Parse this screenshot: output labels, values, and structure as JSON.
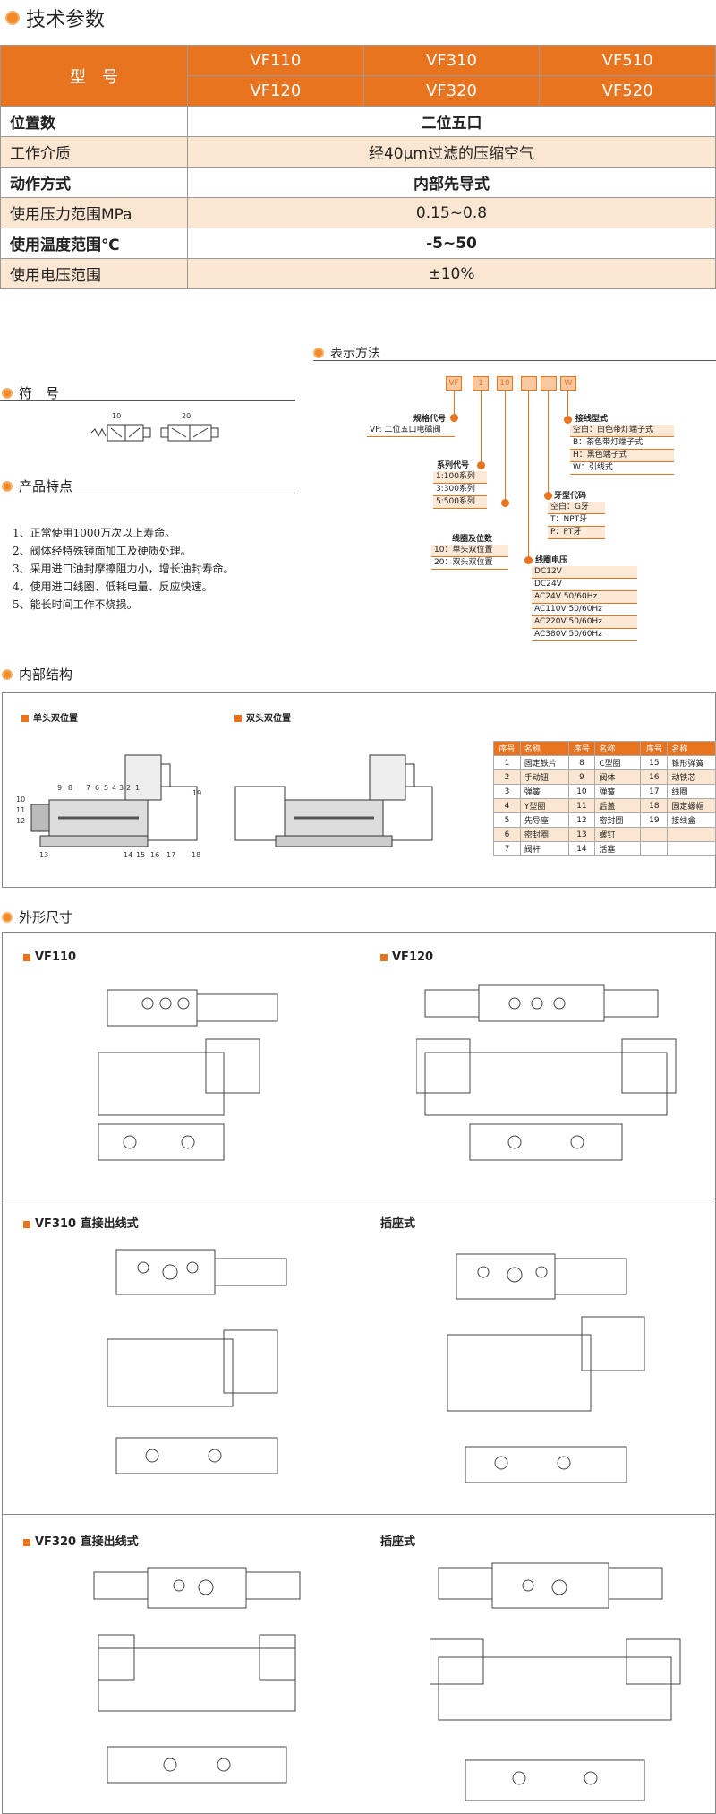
{
  "headers": {
    "tech": "技术参数",
    "symbol": "符　号",
    "features": "产品特点",
    "express": "表示方法",
    "internal": "内部结构",
    "dims": "外形尺寸"
  },
  "spec": {
    "model_label": "型　号",
    "models_row1": [
      "VF110",
      "VF310",
      "VF510"
    ],
    "models_row2": [
      "VF120",
      "VF320",
      "VF520"
    ],
    "rows": [
      {
        "label": "位置数",
        "value": "二位五口"
      },
      {
        "label": "工作介质",
        "value": "经40μm过滤的压缩空气"
      },
      {
        "label": "动作方式",
        "value": "内部先导式"
      },
      {
        "label": "使用压力范围MPa",
        "value": "0.15~0.8"
      },
      {
        "label": "使用温度范围℃",
        "value": "-5~50"
      },
      {
        "label": "使用电压范围",
        "value": "±10%"
      }
    ]
  },
  "symbol_nums": [
    "10",
    "20"
  ],
  "coding": {
    "boxes": [
      "VF",
      "1",
      "10",
      "",
      "",
      "W"
    ],
    "spec_title": "规格代号",
    "spec_opt": "VF: 二位五口电磁阀",
    "series_title": "系列代号",
    "series_opts": [
      "1:100系列",
      "3:300系列",
      "5:500系列"
    ],
    "coil_pos_title": "线圈及位数",
    "coil_pos_opts": [
      "10：单头双位置",
      "20：双头双位置"
    ],
    "wire_title": "接线型式",
    "wire_opts": [
      "空白：白色带灯端子式",
      "B：茶色带灯端子式",
      "H：黑色端子式",
      "W：引线式"
    ],
    "thread_title": "牙型代码",
    "thread_opts": [
      "空白：G牙",
      "T：NPT牙",
      "P：PT牙"
    ],
    "volt_title": "线圈电压",
    "volt_opts": [
      "DC12V",
      "DC24V",
      "AC24V  50/60Hz",
      "AC110V  50/60Hz",
      "AC220V  50/60Hz",
      "AC380V  50/60Hz"
    ]
  },
  "features": [
    "1、正常使用1000万次以上寿命。",
    "2、阀体经特殊镜面加工及硬质处理。",
    "3、采用进口油封摩擦阻力小，增长油封寿命。",
    "4、使用进口线圈、低耗电量、反应快速。",
    "5、能长时间工作不烧损。"
  ],
  "internal": {
    "single_label": "单头双位置",
    "double_label": "双头双位置",
    "table_head": [
      "序号",
      "名称",
      "序号",
      "名称",
      "序号",
      "名称"
    ],
    "table_rows": [
      [
        "1",
        "固定铁片",
        "8",
        "C型圈",
        "15",
        "锥形弹簧"
      ],
      [
        "2",
        "手动钮",
        "9",
        "阀体",
        "16",
        "动铁芯"
      ],
      [
        "3",
        "弹簧",
        "10",
        "弹簧",
        "17",
        "线圈"
      ],
      [
        "4",
        "Y型圈",
        "11",
        "后盖",
        "18",
        "固定螺帽"
      ],
      [
        "5",
        "先导座",
        "12",
        "密封圈",
        "19",
        "接线盒"
      ],
      [
        "6",
        "密封圈",
        "13",
        "螺钉",
        "",
        ""
      ],
      [
        "7",
        "阀杆",
        "14",
        "活塞",
        "",
        ""
      ]
    ],
    "left_nums_top": [
      "9",
      "8",
      "7",
      "6",
      "5",
      "4",
      "3",
      "2",
      "1"
    ],
    "left_nums_side": [
      "10",
      "11",
      "12"
    ],
    "bottom_nums": [
      "13",
      "14",
      "15",
      "16",
      "17",
      "18"
    ],
    "num19": "19"
  },
  "dims": {
    "vf110": "VF110",
    "vf120": "VF120",
    "vf310": "VF310  直接出线式",
    "socket": "插座式",
    "vf320": "VF320  直接出线式",
    "socket2": "插座式"
  }
}
